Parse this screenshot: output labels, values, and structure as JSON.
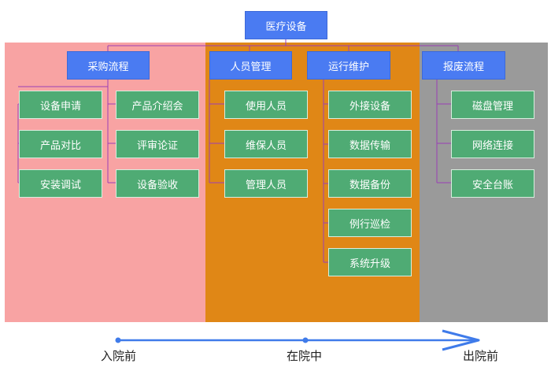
{
  "root": {
    "label": "医疗设备"
  },
  "categories": [
    {
      "label": "采购流程",
      "items": [
        "设备申请",
        "产品介绍会",
        "产品对比",
        "评审论证",
        "安装调试",
        "设备验收"
      ]
    },
    {
      "label": "人员管理",
      "items": [
        "使用人员",
        "维保人员",
        "管理人员"
      ]
    },
    {
      "label": "运行维护",
      "items": [
        "外接设备",
        "数据传输",
        "数据备份",
        "例行巡检",
        "系统升级"
      ]
    },
    {
      "label": "报废流程",
      "items": [
        "磁盘管理",
        "网络连接",
        "安全台账"
      ]
    }
  ],
  "timeline": {
    "stages": [
      "入院前",
      "在院中",
      "出院前"
    ]
  },
  "colors": {
    "zone_before": "#f8a3a3",
    "zone_during": "#e08716",
    "zone_after": "#9a9a9a",
    "node_blue": "#4a7bf2",
    "node_green": "#4fab74",
    "connector": "#9b3fb5",
    "timeline": "#3f7bea"
  }
}
